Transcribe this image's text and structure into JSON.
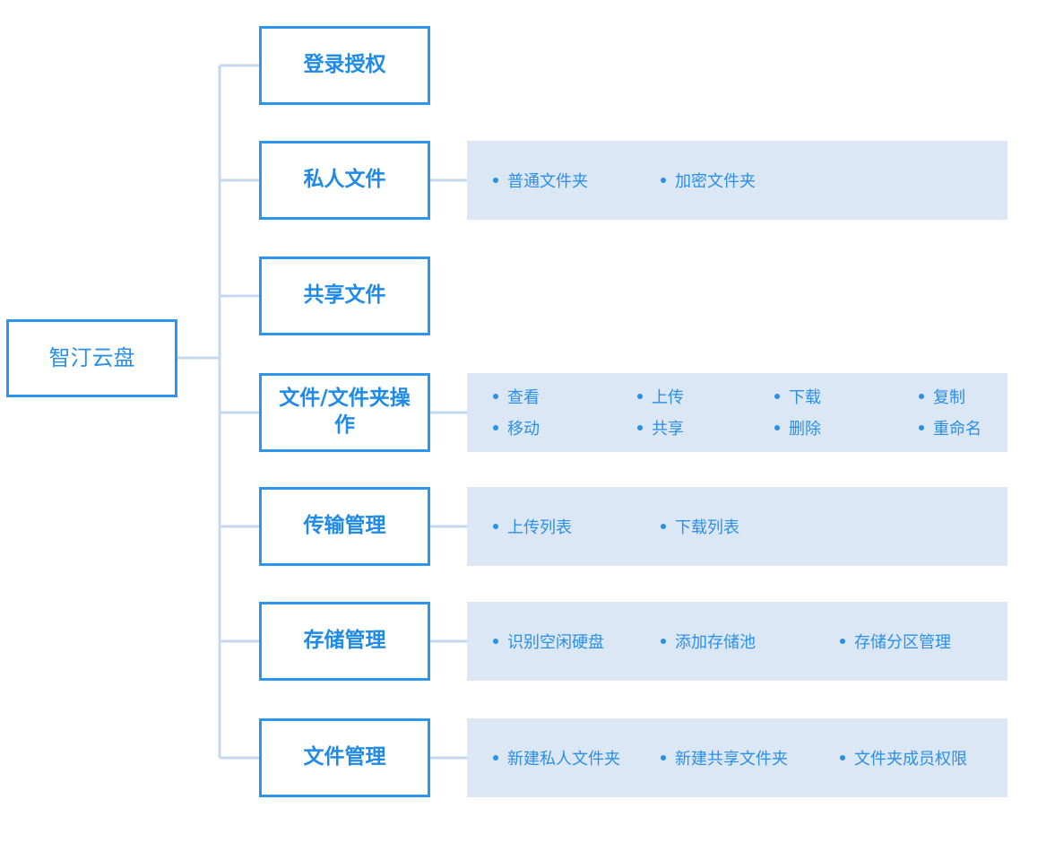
{
  "colors": {
    "border": "#2c95ee",
    "text": "#2a8fe6",
    "panel_bg": "#dce7f5",
    "connector": "#c6d8ee"
  },
  "root": {
    "label": "智汀云盘"
  },
  "nodes": [
    {
      "id": "login",
      "label": "登录授权",
      "items": []
    },
    {
      "id": "private",
      "label": "私人文件",
      "items": [
        "普通文件夹",
        "加密文件夹"
      ]
    },
    {
      "id": "shared",
      "label": "共享文件",
      "items": []
    },
    {
      "id": "fileops",
      "label": "文件/文件夹操作",
      "items": [
        "查看",
        "上传",
        "下载",
        "复制",
        "移动",
        "共享",
        "删除",
        "重命名"
      ]
    },
    {
      "id": "transfer",
      "label": "传输管理",
      "items": [
        "上传列表",
        "下载列表"
      ]
    },
    {
      "id": "storage",
      "label": "存储管理",
      "items": [
        "识别空闲硬盘",
        "添加存储池",
        "存储分区管理"
      ]
    },
    {
      "id": "filemgmt",
      "label": "文件管理",
      "items": [
        "新建私人文件夹",
        "新建共享文件夹",
        "文件夹成员权限"
      ]
    }
  ]
}
